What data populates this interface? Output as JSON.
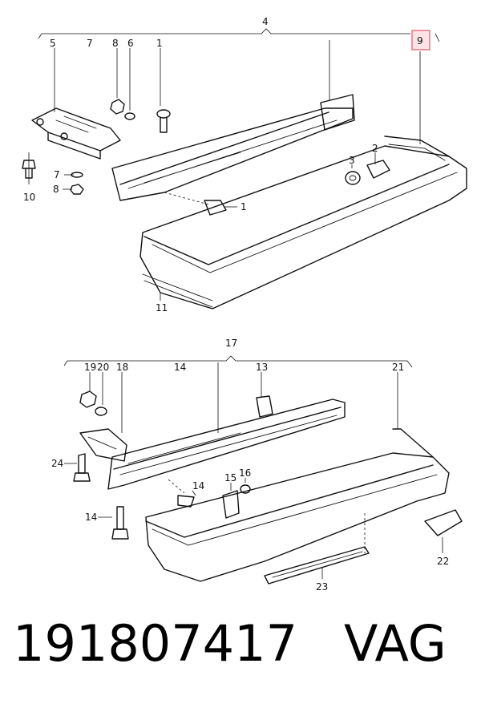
{
  "upper_assembly": {
    "callouts": [
      "4",
      "5",
      "7",
      "8",
      "6",
      "1",
      "9",
      "2",
      "3",
      "7",
      "8",
      "10",
      "1",
      "11"
    ]
  },
  "lower_assembly": {
    "callouts": [
      "17",
      "19",
      "20",
      "18",
      "14",
      "13",
      "21",
      "24",
      "14",
      "15",
      "16",
      "14",
      "22",
      "23"
    ]
  },
  "highlight_color": "#e05a6a",
  "caption": {
    "part_number": "191807417",
    "brand": "VAG"
  }
}
